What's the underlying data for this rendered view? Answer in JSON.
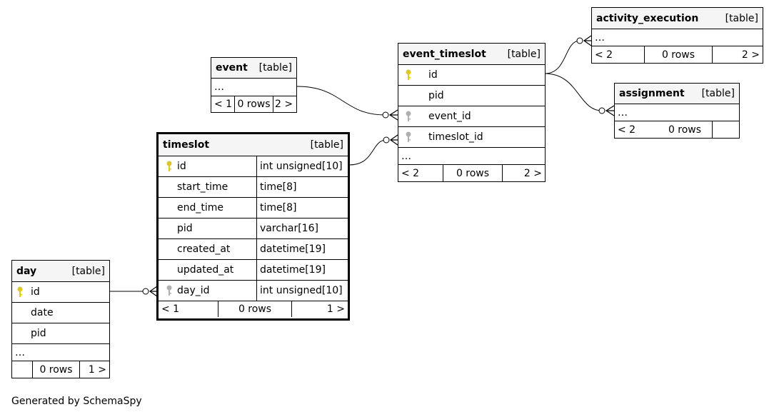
{
  "tables": {
    "activity_execution": {
      "name": "activity_execution",
      "kind": "[table]",
      "ellipsis": "…",
      "foot": [
        "< 2",
        "0 rows",
        "2 >"
      ]
    },
    "event": {
      "name": "event",
      "kind": "[table]",
      "ellipsis": "…",
      "foot": [
        "< 1",
        "0 rows",
        "2 >"
      ]
    },
    "event_timeslot": {
      "name": "event_timeslot",
      "kind": "[table]",
      "columns": [
        "id",
        "pid",
        "event_id",
        "timeslot_id"
      ],
      "ellipsis": "…",
      "foot": [
        "< 2",
        "0 rows",
        "2 >"
      ]
    },
    "assignment": {
      "name": "assignment",
      "kind": "[table]",
      "ellipsis": "…",
      "foot": [
        "< 2",
        "0 rows",
        ""
      ]
    },
    "timeslot": {
      "name": "timeslot",
      "kind": "[table]",
      "columns": [
        {
          "name": "id",
          "type": "int unsigned[10]"
        },
        {
          "name": "start_time",
          "type": "time[8]"
        },
        {
          "name": "end_time",
          "type": "time[8]"
        },
        {
          "name": "pid",
          "type": "varchar[16]"
        },
        {
          "name": "created_at",
          "type": "datetime[19]"
        },
        {
          "name": "updated_at",
          "type": "datetime[19]"
        },
        {
          "name": "day_id",
          "type": "int unsigned[10]"
        }
      ],
      "foot": [
        "< 1",
        "0 rows",
        "1 >"
      ]
    },
    "day": {
      "name": "day",
      "kind": "[table]",
      "columns": [
        "id",
        "date",
        "pid"
      ],
      "ellipsis": "…",
      "foot": [
        "",
        "0 rows",
        "1 >"
      ]
    }
  },
  "icons": {
    "primary_key": "key-icon-yellow",
    "foreign_key": "key-icon-gray"
  },
  "colors": {
    "primary_key": "#e0c81c",
    "foreign_key": "#b0b0b0",
    "header_bg": "#f5f5f5"
  },
  "footer": {
    "credit": "Generated by SchemaSpy"
  }
}
